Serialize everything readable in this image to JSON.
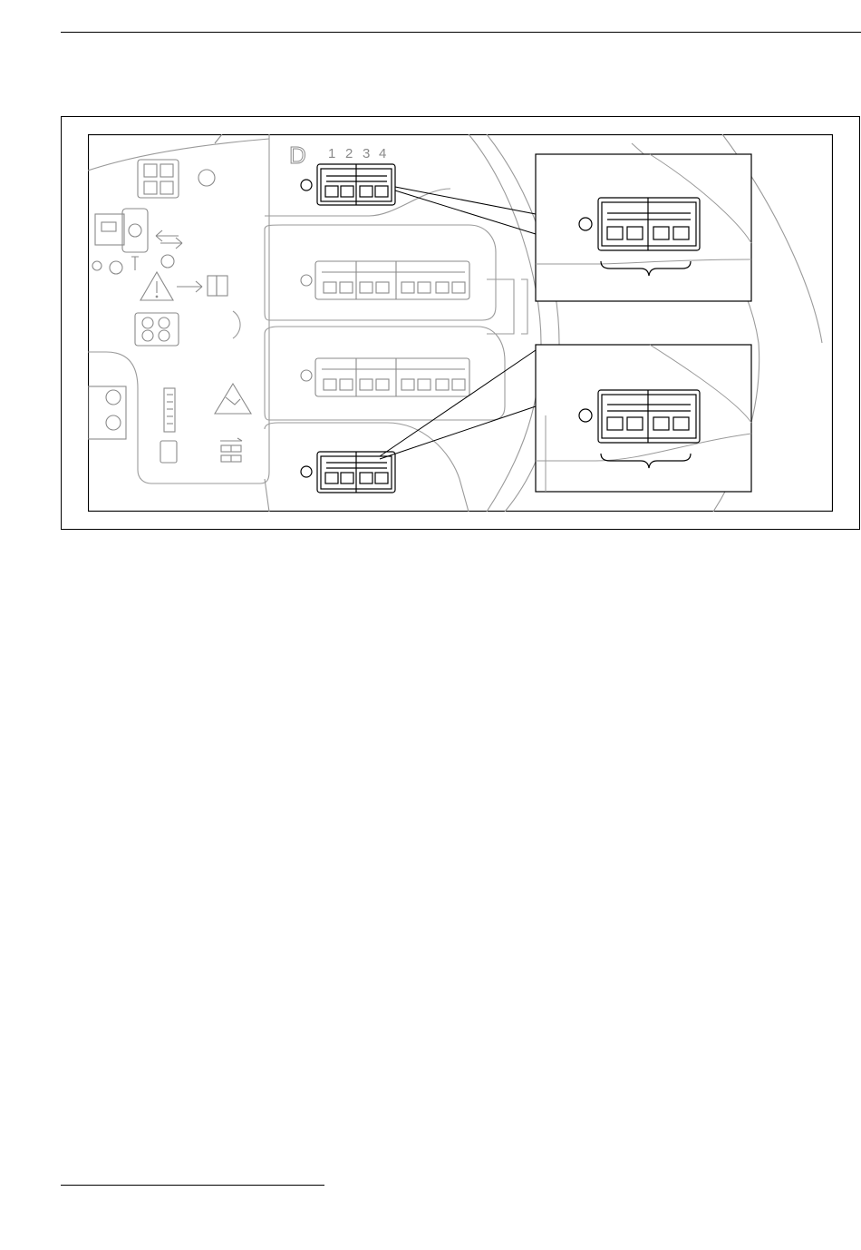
{
  "figure": {
    "slot_label": "D",
    "terminal_numbers": [
      "1",
      "2",
      "3",
      "4"
    ]
  }
}
